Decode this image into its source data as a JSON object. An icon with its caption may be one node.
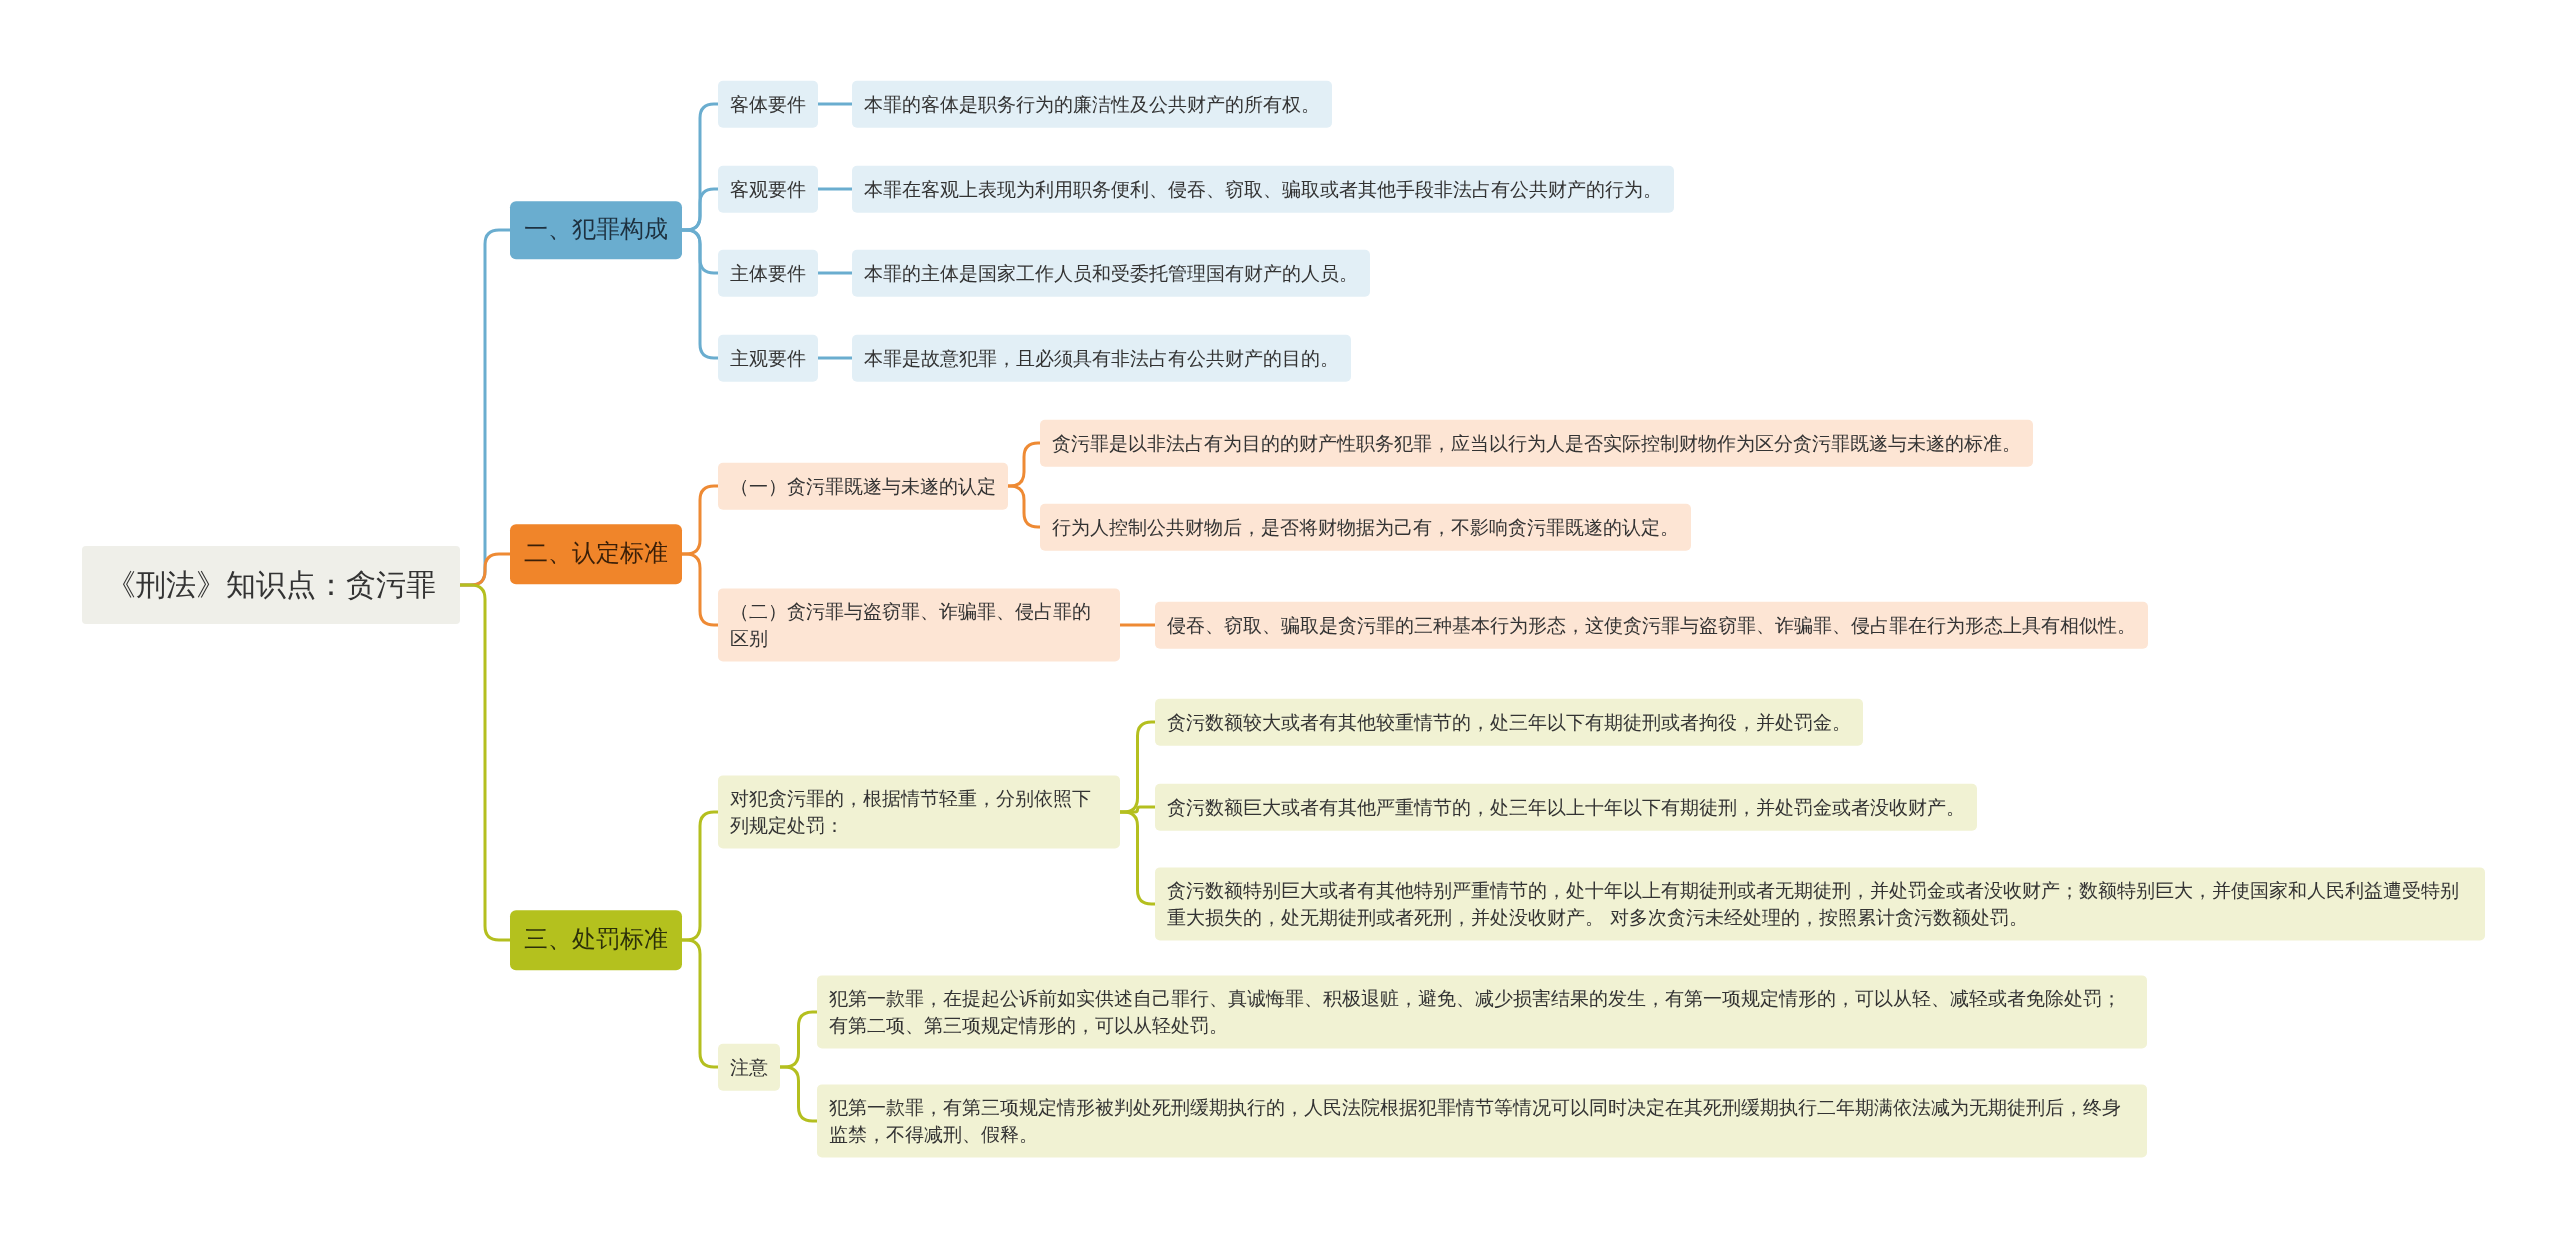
{
  "diagram": {
    "nodes": [
      {
        "text": [
          "《刑法》知识点：贪污罪"
        ]
      },
      {
        "text": [
          "一、犯罪构成"
        ]
      },
      {
        "text": [
          "客体要件"
        ]
      },
      {
        "text": [
          "本罪的客体是职务行为的廉洁性及公共财产的所有权。"
        ]
      },
      {
        "text": [
          "客观要件"
        ]
      },
      {
        "text": [
          "本罪在客观上表现为利用职务便利、侵吞、窃取、骗取或者其他手段非法占有公共财产的行为。"
        ]
      },
      {
        "text": [
          "主体要件"
        ]
      },
      {
        "text": [
          "本罪的主体是国家工作人员和受委托管理国有财产的人员。"
        ]
      },
      {
        "text": [
          "主观要件"
        ]
      },
      {
        "text": [
          "本罪是故意犯罪，且必须具有非法占有公共财产的目的。"
        ]
      },
      {
        "text": [
          "二、认定标准"
        ]
      },
      {
        "text": [
          "（一）贪污罪既遂与未遂的认定"
        ]
      },
      {
        "text": [
          "贪污罪是以非法占有为目的的财产性职务犯罪，应当以行为人是否实际控制财物作为区分贪污罪既遂与未遂的标准。"
        ]
      },
      {
        "text": [
          "行为人控制公共财物后，是否将财物据为己有，不影响贪污罪既遂的认定。"
        ]
      },
      {
        "text": [
          "（二）贪污罪与盗窃罪、诈骗罪、侵占罪的区别"
        ]
      },
      {
        "text": [
          "侵吞、窃取、骗取是贪污罪的三种基本行为形态，这使贪污罪与盗窃罪、诈骗罪、侵占罪在行为形态上具有相似性。"
        ]
      },
      {
        "text": [
          "三、处罚标准"
        ]
      },
      {
        "text": [
          "对犯贪污罪的，根据情节轻重，分别依照下列规定处罚："
        ]
      },
      {
        "text": [
          "贪污数额较大或者有其他较重情节的，处三年以下有期徒刑或者拘役，并处罚金。"
        ]
      },
      {
        "text": [
          "贪污数额巨大或者有其他严重情节的，处三年以上十年以下有期徒刑，并处罚金或者没收财产。"
        ]
      },
      {
        "text": [
          "贪污数额特别巨大或者有其他特别严重情节的，处十年以上有期徒刑或者无期徒刑，并处罚金或者没收财产；数额特别巨大，并使国家和人民利益遭受特别重大损失的，处无期徒刑或者死刑，并处没收财产。 对多次贪污未经处理的，按照累计贪污数额处罚。"
        ]
      },
      {
        "text": [
          "注意"
        ]
      },
      {
        "text": [
          "犯第一款罪，在提起公诉前如实供述自己罪行、真诚悔罪、积极退赃，避免、减少损害结果的发生，有第一项规定情形的，可以从轻、减轻或者免除处罚；有第二项、第三项规定情形的，可以从轻处罚。"
        ]
      },
      {
        "text": [
          "犯第一款罪，有第三项规定情形被判处死刑缓期执行的，人民法院根据犯罪情节等情况可以同时决定在其死刑缓期执行二年期满依法减为无期徒刑后，终身监禁，不得减刑、假释。"
        ]
      }
    ],
    "edges": [
      {
        "from": 0,
        "to": 1,
        "arrow": "none"
      },
      {
        "from": 1,
        "to": 2,
        "arrow": "none"
      },
      {
        "from": 2,
        "to": 3,
        "arrow": "none"
      },
      {
        "from": 1,
        "to": 4,
        "arrow": "none"
      },
      {
        "from": 4,
        "to": 5,
        "arrow": "none"
      },
      {
        "from": 1,
        "to": 6,
        "arrow": "none"
      },
      {
        "from": 6,
        "to": 7,
        "arrow": "none"
      },
      {
        "from": 1,
        "to": 8,
        "arrow": "none"
      },
      {
        "from": 8,
        "to": 9,
        "arrow": "none"
      },
      {
        "from": 0,
        "to": 10,
        "arrow": "none",
        "color": "#ee8a34"
      },
      {
        "from": 10,
        "to": 11,
        "arrow": "none",
        "color": "#ee8a34"
      },
      {
        "from": 11,
        "to": 12,
        "arrow": "none",
        "color": "#ee8a34"
      },
      {
        "from": 11,
        "to": 13,
        "arrow": "none",
        "color": "#ee8a34"
      },
      {
        "from": 10,
        "to": 14,
        "arrow": "none",
        "color": "#ee8a34"
      },
      {
        "from": 14,
        "to": 15,
        "arrow": "none",
        "color": "#ee8a34"
      },
      {
        "from": 0,
        "to": 16,
        "arrow": "none",
        "color": "#b4bf1f"
      },
      {
        "from": 16,
        "to": 17,
        "arrow": "none",
        "color": "#b4bf1f"
      },
      {
        "from": 17,
        "to": 18,
        "arrow": "none",
        "color": "#b4bf1f"
      },
      {
        "from": 17,
        "to": 19,
        "arrow": "none",
        "color": "#b4bf1f"
      },
      {
        "from": 17,
        "to": 20,
        "arrow": "none",
        "color": "#b4bf1f"
      },
      {
        "from": 16,
        "to": 21,
        "arrow": "none",
        "color": "#b4bf1f"
      },
      {
        "from": 21,
        "to": 22,
        "arrow": "none",
        "color": "#b4bf1f"
      },
      {
        "from": 21,
        "to": 23,
        "arrow": "none",
        "color": "#b4bf1f"
      }
    ]
  }
}
